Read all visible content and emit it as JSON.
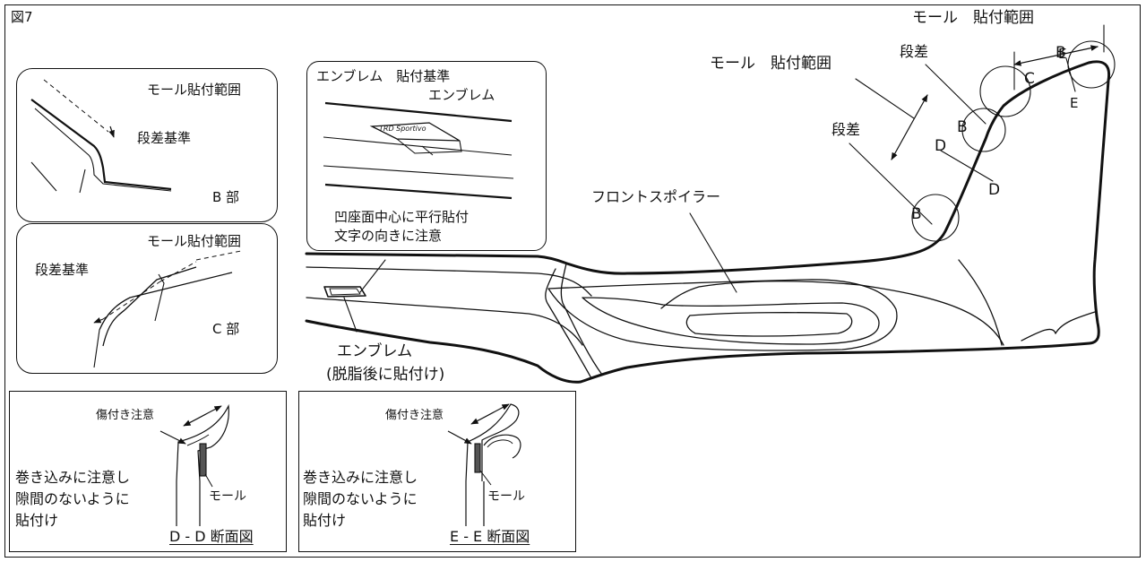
{
  "figure_label": "図7",
  "main": {
    "mall_range_top": "モール　貼付範囲",
    "mall_range_mid": "モール　貼付範囲",
    "step_top": "段差",
    "step_left": "段差",
    "front_spoiler": "フロントスポイラー",
    "marker_B1": "B",
    "marker_B2": "B",
    "marker_B3": "B",
    "marker_C": "C",
    "marker_D1": "D",
    "marker_D2": "D",
    "marker_E1": "E",
    "marker_E2": "E",
    "emblem_label": "エンブレム",
    "emblem_note": "(脱脂後に貼付け)"
  },
  "inset_emblem": {
    "title": "エンブレム　貼付基準",
    "subtitle": "エンブレム",
    "badge_text": "TRD Sportivo",
    "note_line1": "凹座面中心に平行貼付",
    "note_line2": "文字の向きに注意"
  },
  "inset_b": {
    "title": "モール貼付範囲",
    "step_ref": "段差基準",
    "part": "B 部"
  },
  "inset_c": {
    "title": "モール貼付範囲",
    "step_ref": "段差基準",
    "part": "C 部"
  },
  "section_dd": {
    "caution_scratch": "傷付き注意",
    "caution_line1": "巻き込みに注意し",
    "caution_line2": "隙間のないように",
    "caution_line3": "貼付け",
    "mall": "モール",
    "title": "D - D 断面図"
  },
  "section_ee": {
    "caution_scratch": "傷付き注意",
    "caution_line1": "巻き込みに注意し",
    "caution_line2": "隙間のないように",
    "caution_line3": "貼付け",
    "mall": "モール",
    "title": "E - E 断面図"
  }
}
